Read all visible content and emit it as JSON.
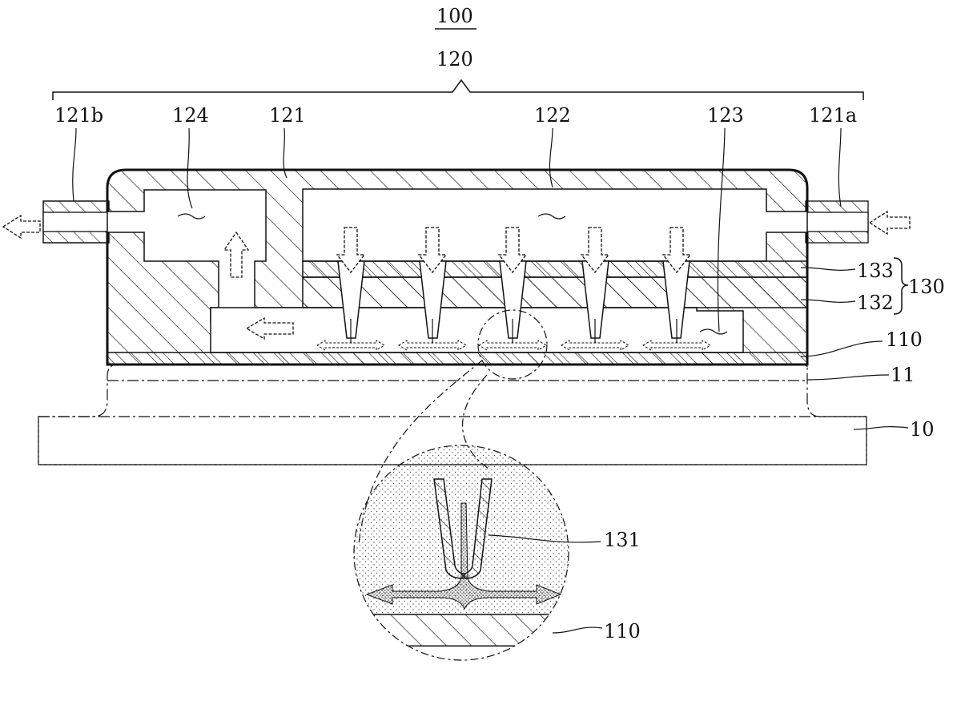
{
  "diagram": {
    "labels": {
      "device": "100",
      "cover": "120",
      "body": "121",
      "inlet": "121a",
      "outlet": "121b",
      "upper_chamber": "122",
      "lower_channel": "123",
      "exit_chamber": "124",
      "plate_assembly": "130",
      "nozzle": "131",
      "layer_lower": "132",
      "layer_upper": "133",
      "bottom_wall": "110",
      "bottom_wall_detail": "110",
      "interface": "11",
      "substrate": "10"
    },
    "counts": {
      "nozzles": 5
    },
    "colors": {
      "ink": "#111111",
      "fill": "#ffffff"
    }
  }
}
